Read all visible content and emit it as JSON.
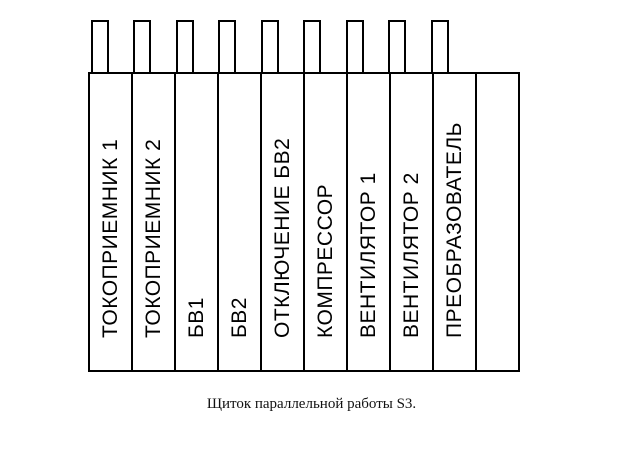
{
  "panel": {
    "strips": [
      {
        "label": "ТОКОПРИЕМНИК  1"
      },
      {
        "label": "ТОКОПРИЕМНИК  2"
      },
      {
        "label": "БВ1"
      },
      {
        "label": "БВ2"
      },
      {
        "label": "ОТКЛЮЧЕНИЕ  БВ2"
      },
      {
        "label": "КОМПРЕССОР"
      },
      {
        "label": "ВЕНТИЛЯТОР  1"
      },
      {
        "label": "ВЕНТИЛЯТОР  2"
      },
      {
        "label": "ПРЕОБРАЗОВАТЕЛЬ"
      },
      {
        "label": ""
      }
    ]
  },
  "caption": "Щиток параллельной работы S3."
}
